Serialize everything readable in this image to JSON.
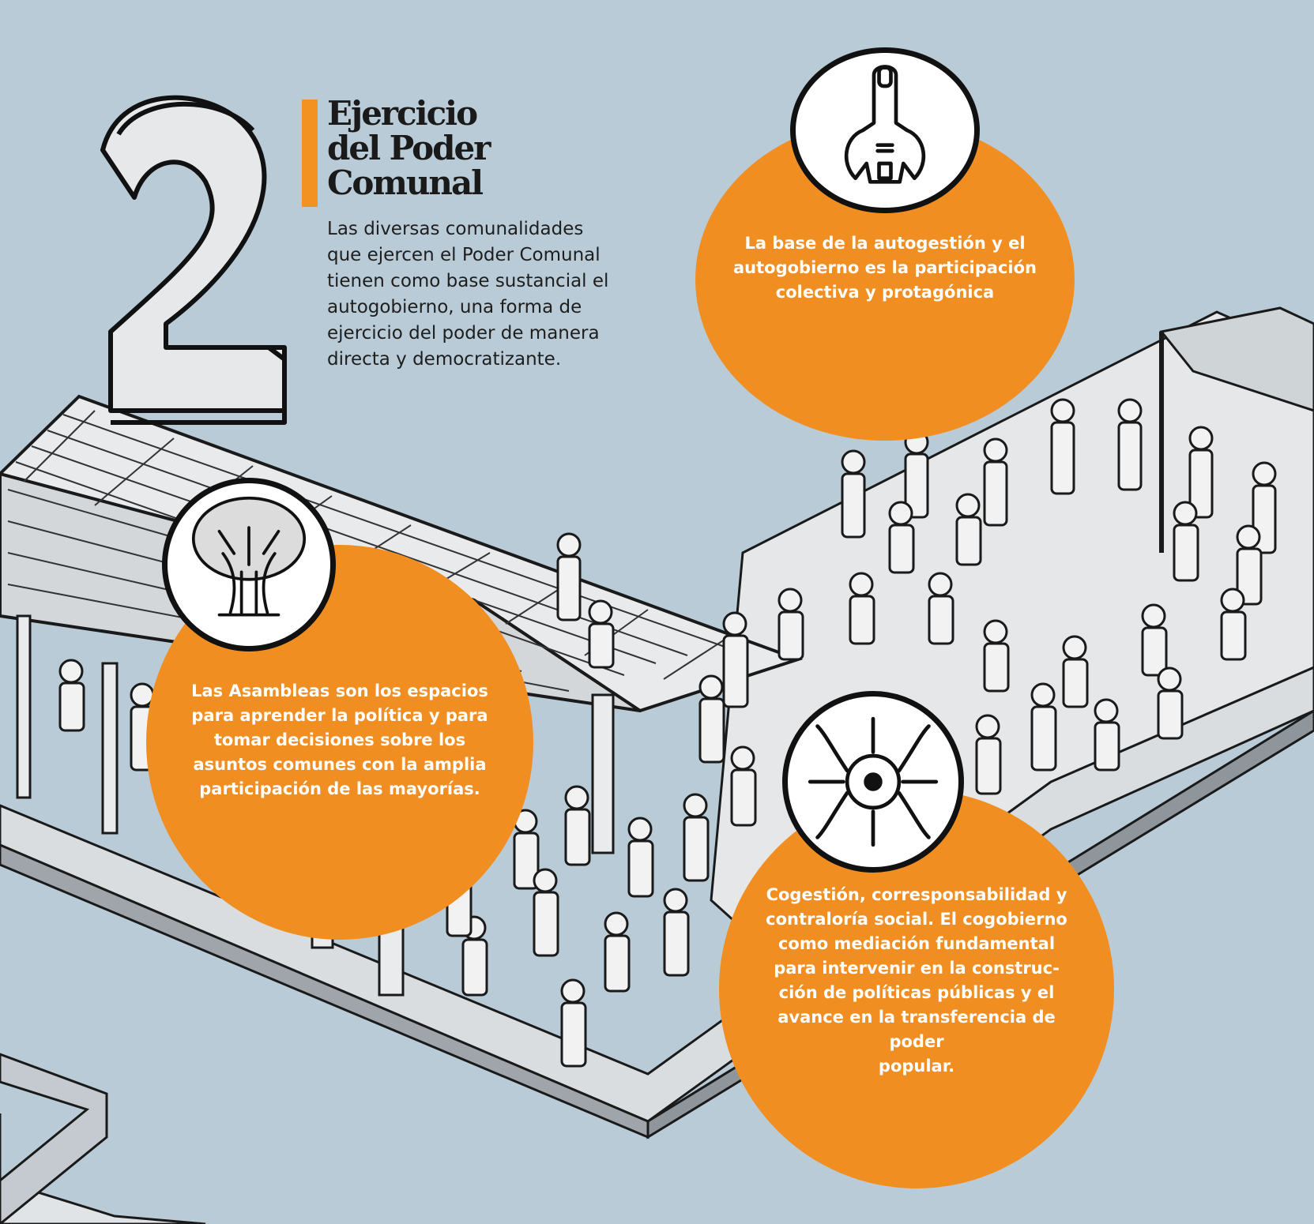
{
  "heading": {
    "number": "2",
    "title_lines": [
      "Ejercicio",
      "del Poder",
      "Comunal"
    ]
  },
  "intro": {
    "lines": [
      "Las diversas comunalidades",
      "que ejercen el Poder Comunal",
      "tienen como base sustancial el",
      "autogobierno, una forma de",
      "ejercicio del poder de manera",
      "directa y democratizante."
    ]
  },
  "bubbles": {
    "autogestion": {
      "icon": "wrench-fist-icon",
      "lines": [
        "La base de la autogestión y el",
        "autogobierno es la participación",
        "colectiva y protagónica"
      ]
    },
    "asambleas": {
      "icon": "tree-icon",
      "lines": [
        "Las Asambleas son los espacios",
        "para aprender la política y para",
        "tomar decisiones sobre los",
        "asuntos comunes con la amplia",
        "participación de las mayorías."
      ]
    },
    "cogestion": {
      "icon": "joined-hands-icon",
      "lines": [
        "Cogestión, corresponsabilidad y",
        "contraloría social. El cogobierno",
        "como mediación fundamental",
        "para intervenir en la construc-",
        "ción de políticas públicas y el",
        "avance en la transferencia de",
        "poder",
        "popular."
      ]
    }
  },
  "colors": {
    "background": "#b9cbd6",
    "accent": "#f18e22",
    "bubble_text": "#ffffff",
    "ink": "#111111"
  }
}
